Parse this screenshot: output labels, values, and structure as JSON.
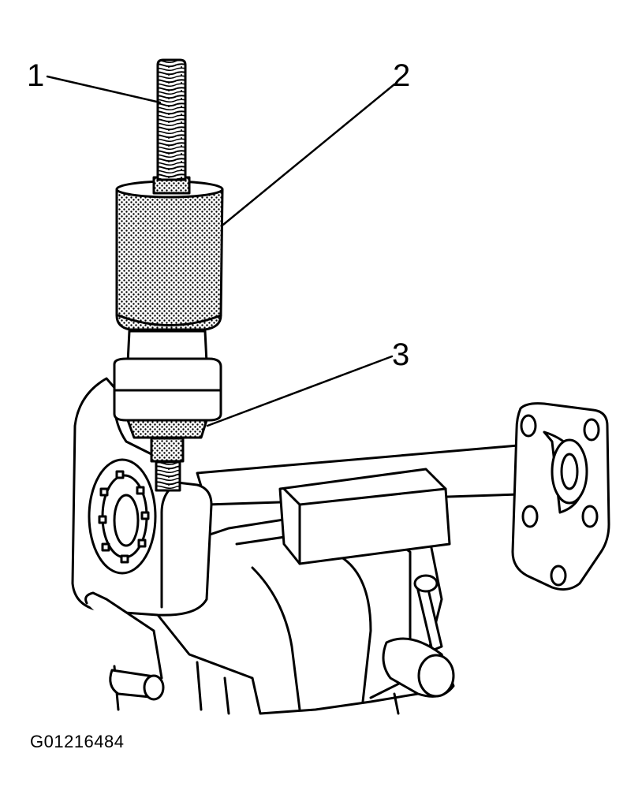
{
  "callouts": {
    "c1": "1",
    "c2": "2",
    "c3": "3"
  },
  "figure_id": "G01216484",
  "colors": {
    "ink": "#000000",
    "paper": "#ffffff"
  }
}
